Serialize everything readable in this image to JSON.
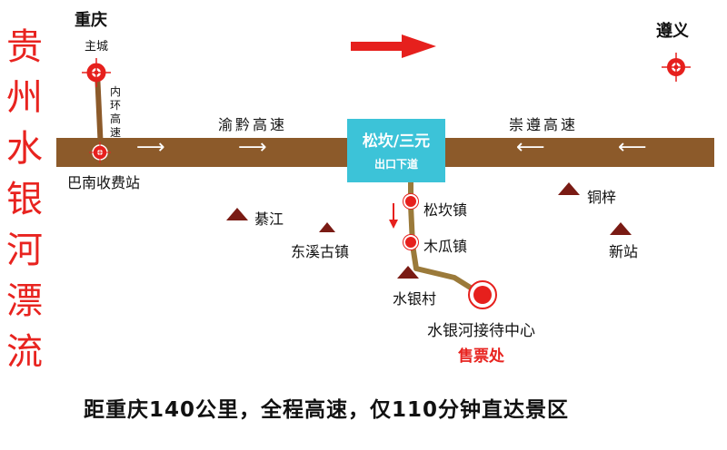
{
  "title_chars": [
    "贵",
    "州",
    "水",
    "银",
    "河",
    "漂",
    "流"
  ],
  "cities": {
    "chongqing": "重庆",
    "zhucheng": "主城",
    "zunyi": "遵义"
  },
  "inner_ring": [
    "内",
    "环",
    "高",
    "速"
  ],
  "roads": {
    "left": "渝黔高速",
    "right": "崇遵高速"
  },
  "exit": {
    "name": "松坎/三元",
    "sub": "出口下道"
  },
  "toll": "巴南收费站",
  "places": {
    "qijiang": "綦江",
    "dongxi": "东溪古镇",
    "songkan": "松坎镇",
    "mugua": "木瓜镇",
    "shuiyin_village": "水银村",
    "tongzi": "铜梓",
    "xinzhan": "新站"
  },
  "center": "水银河接待中心",
  "ticket": "售票处",
  "footer": "距重庆140公里，全程高速，仅110分钟直达景区",
  "colors": {
    "road": "#8c5a2a",
    "title": "#e8231f",
    "exit_box": "#3cc3d8",
    "marker": "#7a1b14",
    "pin": "#e6201d"
  },
  "icons": [
    "crosshair-marker-icon",
    "arrow-right-icon",
    "arrow-left-icon",
    "arrow-down-icon",
    "mountain-marker-icon",
    "location-pin-icon"
  ]
}
